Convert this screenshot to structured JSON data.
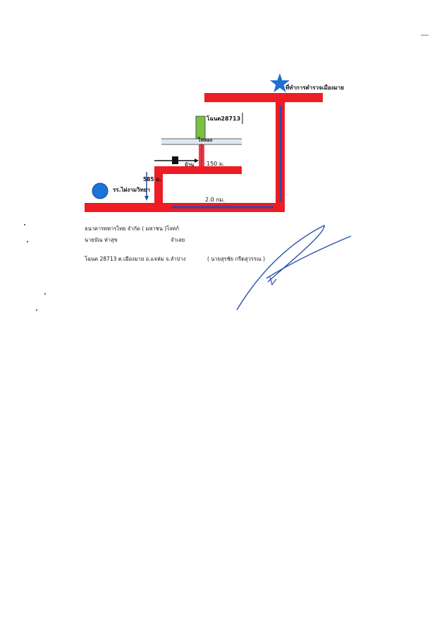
{
  "labels": {
    "police_station": "ที่ทำการตำรวจเมืองมาย",
    "deed_top": "โฉนด28713",
    "canal": "ไหลอง",
    "house": "บ้าน",
    "dist_150": "150 ม.",
    "school": "รร.ไผ่งามวิทยา",
    "dist_585": "585 ม.",
    "dist_2km": "2.0 กม."
  },
  "info": {
    "lender": "ธนาคารทหารไทย จำกัด ( มหาชน )",
    "lender_role": "โจทก์",
    "debtor": "นายบัณ ห่าสุข",
    "debtor_role": "จำเลย",
    "property": "โฉนด 28713 ต.เมืองมาย อ.แจห่ม จ.ลำปาง",
    "surveyor": "( นายสุรชัย   กรีตสุวรรณ )"
  },
  "colors": {
    "road": "#ee1c24",
    "road_outline": "#cc0000",
    "road_center": "#2b4aa8",
    "plot": "#7ac143",
    "school_circle": "#1e73d8",
    "star": "#1e6fd0",
    "signature": "#2a4fb0"
  }
}
